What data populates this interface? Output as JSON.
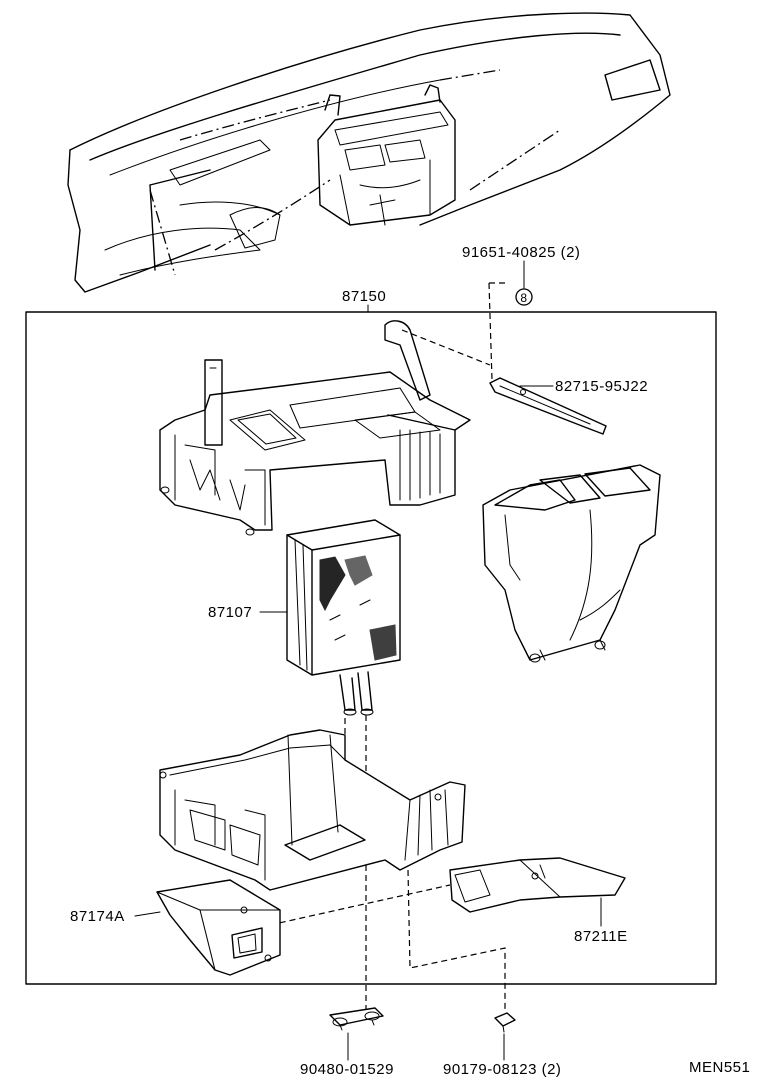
{
  "labels": {
    "bolt": "91651-40825 (2)",
    "bolt_marker": "8",
    "unit_assy": "87150",
    "bracket": "82715-95J22",
    "heater_core": "87107",
    "cover": "87174A",
    "duct": "87211E",
    "clamp": "90480-01529",
    "screw": "90179-08123 (2)",
    "diagram_code": "MEN551"
  }
}
